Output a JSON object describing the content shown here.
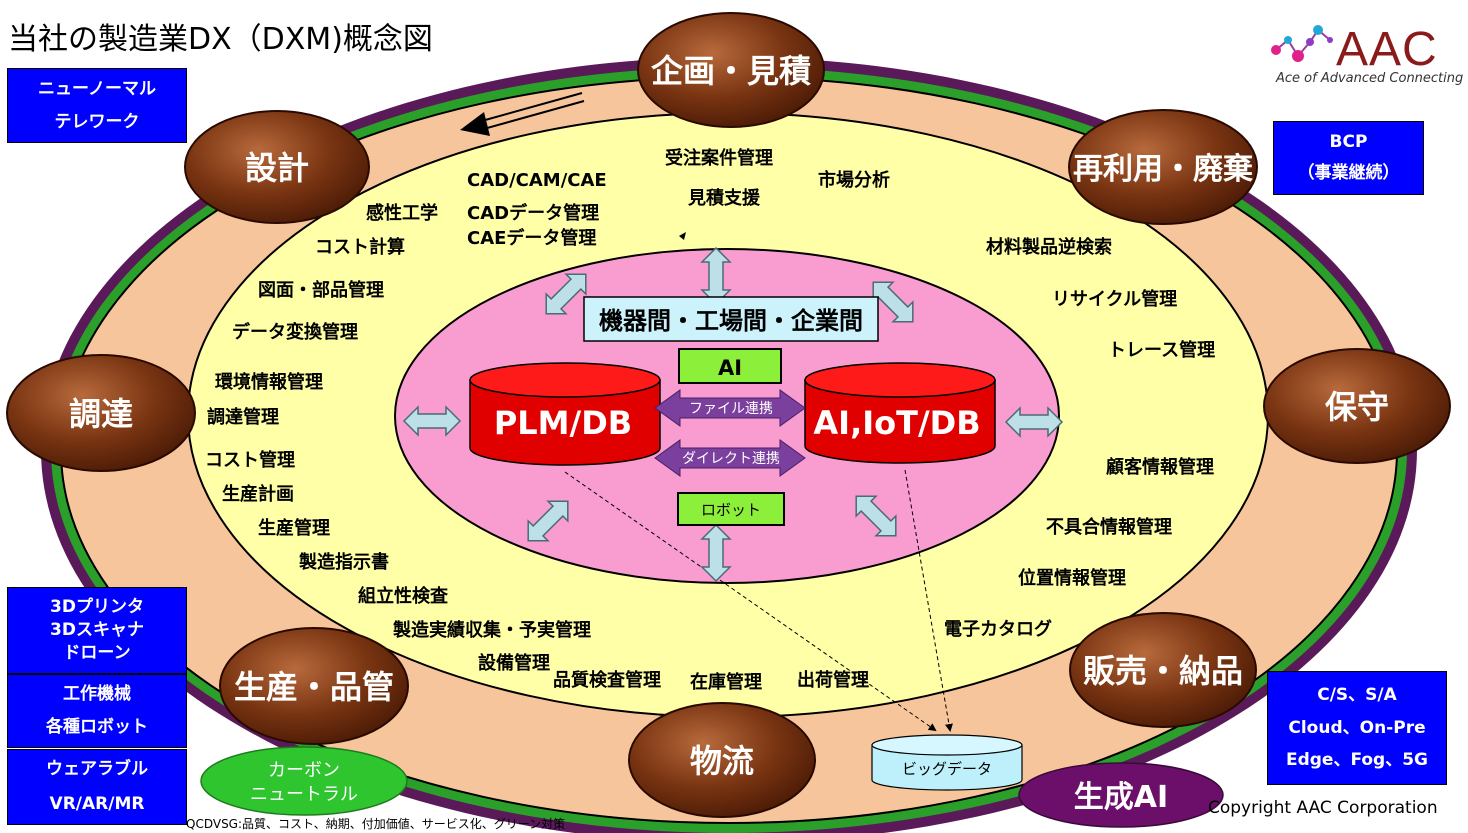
{
  "title": "当社の製造業DX（DXM)概念図",
  "logo": {
    "text": "AAC",
    "subtitle": "Ace of Advanced Connecting"
  },
  "copyright": "Copyright AAC Corporation",
  "footnote": "QCDVSG:品質、コスト、納期、付加価値、サービス化、グリーン対策",
  "colors": {
    "node_fill": "#6b2a10",
    "outer_ring": "#f7c59b",
    "inner_field": "#ffffa8",
    "core": "#f99dd0",
    "db": "#e00000",
    "blue_box": "#0000ff",
    "green_label": "#8cf03a",
    "purple": "#6b0f6b"
  },
  "side_boxes": {
    "new_normal": [
      "ニューノーマル",
      "テレワーク"
    ],
    "bcp": [
      "BCP",
      "（事業継続）"
    ],
    "devices": [
      "3Dプリンタ",
      "3Dスキャナ",
      "ドローン"
    ],
    "machines": [
      "工作機械",
      "各種ロボット"
    ],
    "wearable": [
      "ウェアラブル",
      "VR/AR/MR"
    ],
    "network": [
      "C/S、S/A",
      "Cloud、On-Pre",
      "Edge、Fog、5G"
    ]
  },
  "nodes": {
    "planning": "企画・見積",
    "design": "設計",
    "reuse": "再利用・廃棄",
    "procurement": "調達",
    "maintenance": "保守",
    "production": "生産・品管",
    "sales": "販売・納品",
    "logistics": "物流"
  },
  "ring_items": {
    "juchu": "受注案件管理",
    "mitsumori": "見積支援",
    "shijo": "市場分析",
    "cadcam": "CAD/CAM/CAE",
    "cad_data": "CADデータ管理",
    "cae_data": "CAEデータ管理",
    "kansei": "感性工学",
    "cost_keisan": "コスト計算",
    "zumen": "図面・部品管理",
    "data_henkan": "データ変換管理",
    "kankyo": "環境情報管理",
    "chotatsu_kanri": "調達管理",
    "cost_kanri": "コスト管理",
    "seisan_keikaku": "生産計画",
    "seisan_kanri": "生産管理",
    "seizo_shiji": "製造指示書",
    "kumitate": "組立性検査",
    "jisseki": "製造実績収集・予実管理",
    "setsubi": "設備管理",
    "hinshitsu": "品質検査管理",
    "zaiko": "在庫管理",
    "shukka": "出荷管理",
    "zairyo": "材料製品逆検索",
    "recycle": "リサイクル管理",
    "trace": "トレース管理",
    "kokyaku": "顧客情報管理",
    "fuguai": "不具合情報管理",
    "ichi": "位置情報管理",
    "catalog": "電子カタログ"
  },
  "core": {
    "header": "機器間・工場間・企業間",
    "ai": "AI",
    "plm_db": "PLM/DB",
    "aiiot_db": "AI,IoT/DB",
    "file_link": "ファイル連携",
    "direct_link": "ダイレクト連携",
    "robot": "ロボット"
  },
  "bottom": {
    "big_data": "ビッグデータ",
    "carbon": [
      "カーボン",
      "ニュートラル"
    ],
    "gen_ai": "生成AI"
  }
}
